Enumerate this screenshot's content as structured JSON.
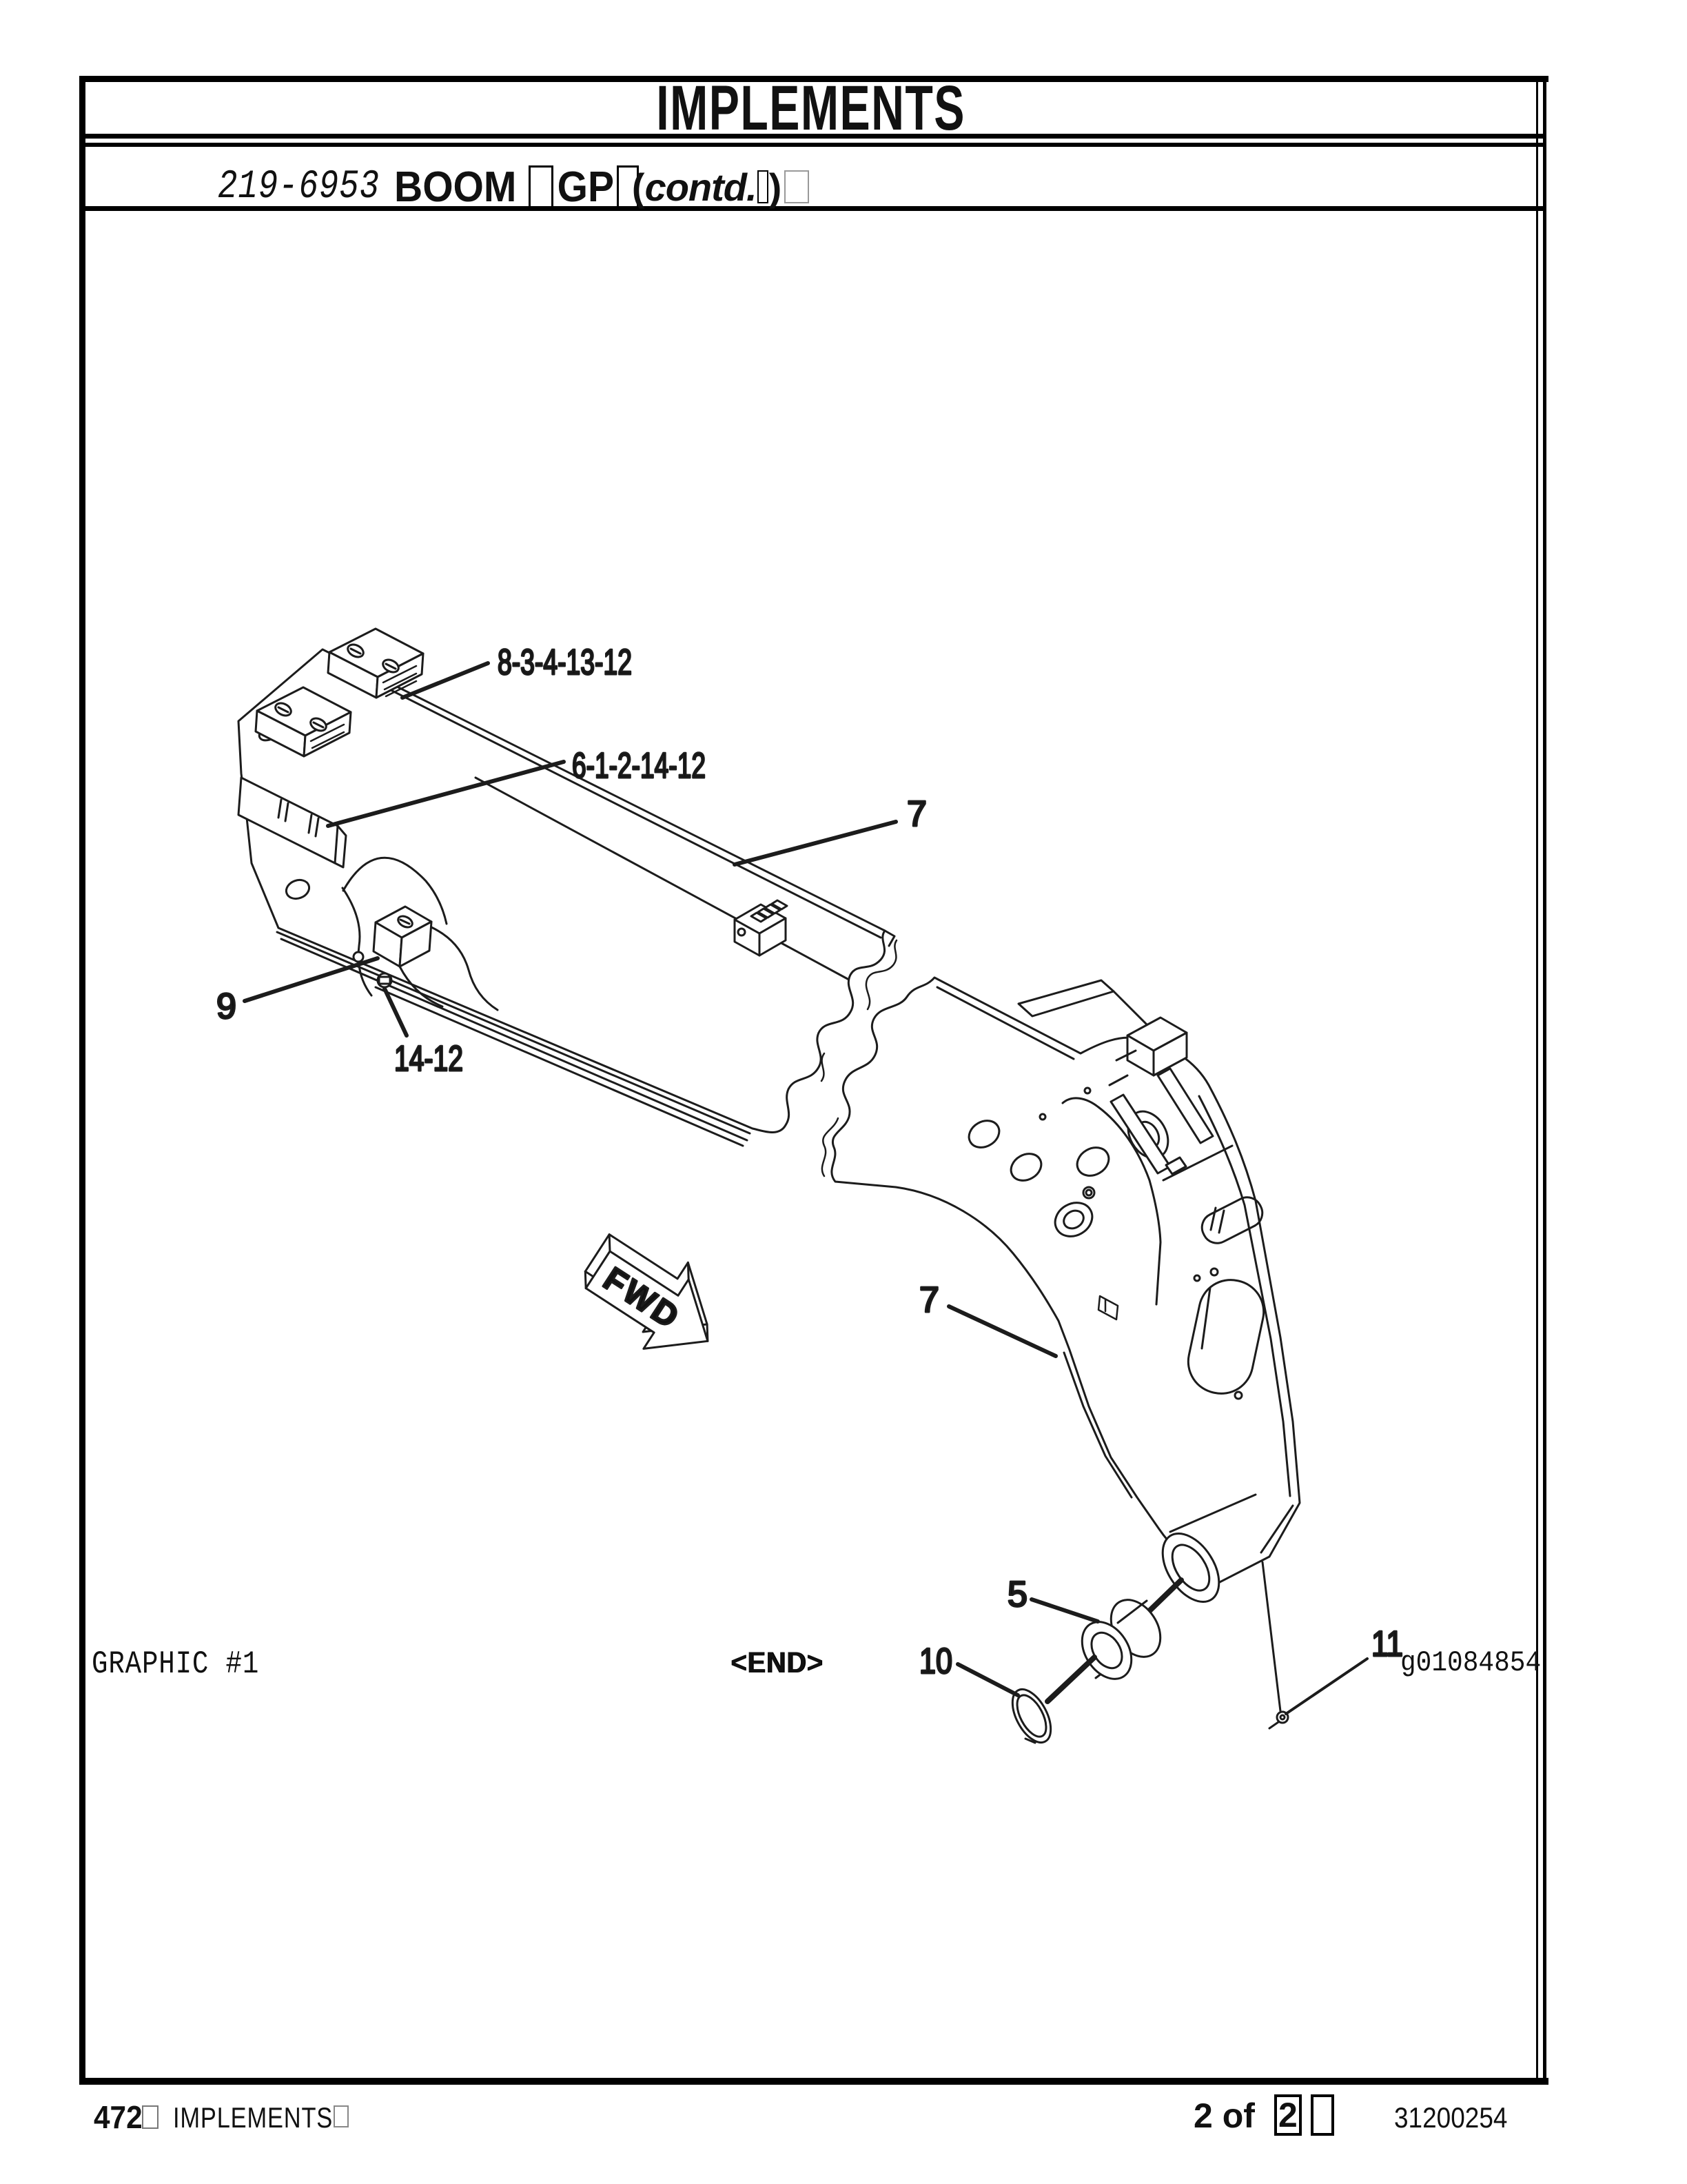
{
  "page": {
    "title": "IMPLEMENTS",
    "subtitle": {
      "part_number": "219-6953",
      "group_name": "BOOM",
      "group_suffix": "GP",
      "contd_open": "(",
      "contd_text": "contd.",
      "contd_close": ")"
    }
  },
  "diagram": {
    "callouts": [
      {
        "label": "8-3-4-13-12"
      },
      {
        "label": "6-1-2-14-12"
      },
      {
        "label": "9"
      },
      {
        "label": "14-12"
      },
      {
        "label": "7"
      },
      {
        "label": "7"
      },
      {
        "label": "5"
      },
      {
        "label": "10"
      },
      {
        "label": "11"
      }
    ],
    "fwd_arrow_label": "FWD",
    "graphic_caption": "GRAPHIC #1",
    "end_marker": "<END>",
    "graphic_id": "g01084854"
  },
  "footer": {
    "page_number": "472",
    "section": "IMPLEMENTS",
    "sheet_label": "2 of",
    "sheet_total": "2",
    "doc_number": "31200254"
  }
}
